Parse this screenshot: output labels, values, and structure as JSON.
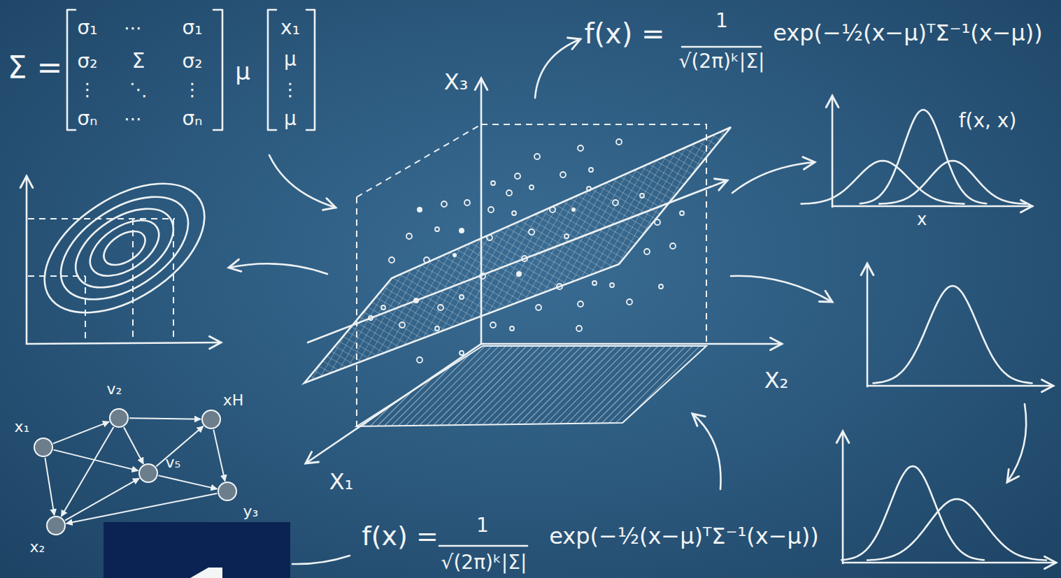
{
  "diagram": {
    "nodes": [
      {
        "text": [
          "x₁"
        ]
      },
      {
        "text": [
          "v₂"
        ]
      },
      {
        "text": [
          "xH"
        ]
      },
      {
        "text": [
          "v₅"
        ]
      },
      {
        "text": [
          "y₃"
        ]
      },
      {
        "text": [
          "x₂"
        ]
      }
    ],
    "edges": [
      {
        "from": 0,
        "to": 1,
        "arrow": "to"
      },
      {
        "from": 0,
        "to": 3,
        "arrow": "to"
      },
      {
        "from": 0,
        "to": 5,
        "arrow": "to"
      },
      {
        "from": 1,
        "to": 2,
        "arrow": "to"
      },
      {
        "from": 1,
        "to": 3,
        "arrow": "to"
      },
      {
        "from": 1,
        "to": 5,
        "arrow": "to"
      },
      {
        "from": 3,
        "to": 2,
        "arrow": "to"
      },
      {
        "from": 2,
        "to": 4,
        "arrow": "to"
      },
      {
        "from": 3,
        "to": 4,
        "arrow": "to"
      },
      {
        "from": 4,
        "to": 5,
        "arrow": "to"
      },
      {
        "from": 5,
        "to": 3,
        "arrow": "to"
      }
    ],
    "labels": [
      "Σ =",
      "σ₁",
      "⋯",
      "σ₁",
      "σ₂",
      "Σ",
      "σ₂",
      "⋮",
      "⋱",
      "⋮",
      "σₙ",
      "⋯",
      "σₙ",
      "μ",
      "x₁",
      "μ",
      "⋮",
      "μ",
      "f(x) =",
      "1",
      "√(2π)ᵏ|Σ|",
      "exp(−½(x−μ)ᵀΣ⁻¹(x−μ))",
      "X₃",
      "f(x, x)",
      "x",
      "X₂",
      "X₁",
      "f(x) =",
      "1",
      "√(2π)ᵏ|Σ|",
      "exp(−½(x−μ)ᵀΣ⁻¹(x−μ))"
    ]
  }
}
